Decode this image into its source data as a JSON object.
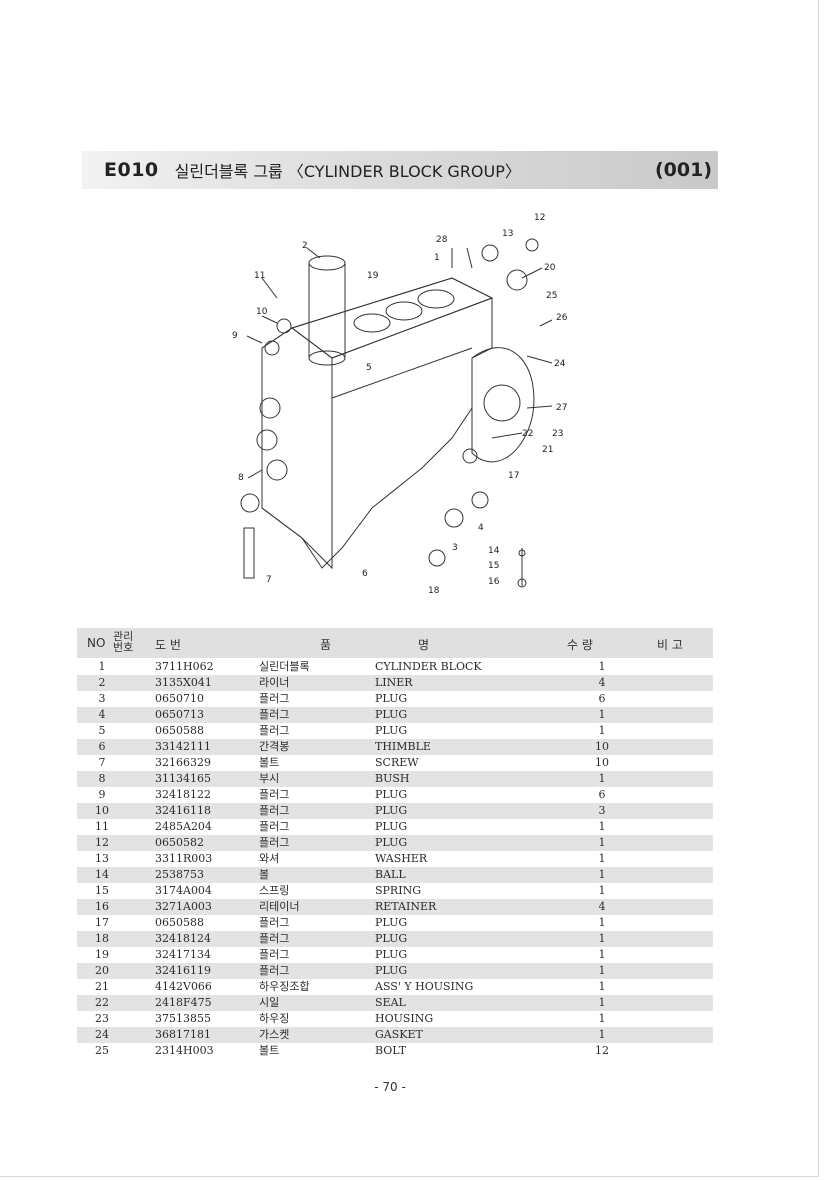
{
  "title": {
    "code": "E010",
    "name": "실린더블록 그룹 〈CYLINDER BLOCK GROUP〉",
    "number": "(001)"
  },
  "diagram": {
    "callouts": [
      "1",
      "2",
      "3",
      "4",
      "5",
      "6",
      "7",
      "8",
      "9",
      "10",
      "11",
      "12",
      "13",
      "14",
      "15",
      "16",
      "17",
      "18",
      "19",
      "20",
      "21",
      "22",
      "23",
      "24",
      "25",
      "26",
      "27",
      "28"
    ]
  },
  "table": {
    "headers": {
      "no": "NO",
      "mgmt": "관리\n번호",
      "part": "도   번",
      "name_a": "품",
      "name_b": "명",
      "qty": "수   량",
      "remark": "비   고"
    },
    "rows": [
      {
        "no": "1",
        "part": "3711H062",
        "kor": "실린더블록",
        "eng": "CYLINDER BLOCK",
        "qty": "1"
      },
      {
        "no": "2",
        "part": "3135X041",
        "kor": "라이너",
        "eng": "LINER",
        "qty": "4"
      },
      {
        "no": "3",
        "part": "0650710",
        "kor": "플러그",
        "eng": "PLUG",
        "qty": "6"
      },
      {
        "no": "4",
        "part": "0650713",
        "kor": "플러그",
        "eng": "PLUG",
        "qty": "1"
      },
      {
        "no": "5",
        "part": "0650588",
        "kor": "플러그",
        "eng": "PLUG",
        "qty": "1"
      },
      {
        "no": "6",
        "part": "33142111",
        "kor": "간격봉",
        "eng": "THIMBLE",
        "qty": "10"
      },
      {
        "no": "7",
        "part": "32166329",
        "kor": "볼트",
        "eng": "SCREW",
        "qty": "10"
      },
      {
        "no": "8",
        "part": "31134165",
        "kor": "부시",
        "eng": "BUSH",
        "qty": "1"
      },
      {
        "no": "9",
        "part": "32418122",
        "kor": "플러그",
        "eng": "PLUG",
        "qty": "6"
      },
      {
        "no": "10",
        "part": "32416118",
        "kor": "플러그",
        "eng": "PLUG",
        "qty": "3"
      },
      {
        "no": "11",
        "part": "2485A204",
        "kor": "플러그",
        "eng": "PLUG",
        "qty": "1"
      },
      {
        "no": "12",
        "part": "0650582",
        "kor": "플러그",
        "eng": "PLUG",
        "qty": "1"
      },
      {
        "no": "13",
        "part": "3311R003",
        "kor": "와셔",
        "eng": "WASHER",
        "qty": "1"
      },
      {
        "no": "14",
        "part": "2538753",
        "kor": "볼",
        "eng": "BALL",
        "qty": "1"
      },
      {
        "no": "15",
        "part": "3174A004",
        "kor": "스프링",
        "eng": "SPRING",
        "qty": "1"
      },
      {
        "no": "16",
        "part": "3271A003",
        "kor": "리테이너",
        "eng": "RETAINER",
        "qty": "4"
      },
      {
        "no": "17",
        "part": "0650588",
        "kor": "플러그",
        "eng": "PLUG",
        "qty": "1"
      },
      {
        "no": "18",
        "part": "32418124",
        "kor": "플러그",
        "eng": "PLUG",
        "qty": "1"
      },
      {
        "no": "19",
        "part": "32417134",
        "kor": "플러그",
        "eng": "PLUG",
        "qty": "1"
      },
      {
        "no": "20",
        "part": "32416119",
        "kor": "플러그",
        "eng": "PLUG",
        "qty": "1"
      },
      {
        "no": "21",
        "part": "4142V066",
        "kor": "하우징조합",
        "eng": "ASS' Y HOUSING",
        "qty": "1"
      },
      {
        "no": "22",
        "part": "2418F475",
        "kor": "시일",
        "eng": "SEAL",
        "qty": "1"
      },
      {
        "no": "23",
        "part": "37513855",
        "kor": "하우징",
        "eng": "HOUSING",
        "qty": "1"
      },
      {
        "no": "24",
        "part": "36817181",
        "kor": "가스켓",
        "eng": "GASKET",
        "qty": "1"
      },
      {
        "no": "25",
        "part": "2314H003",
        "kor": "볼트",
        "eng": "BOLT",
        "qty": "12"
      }
    ]
  },
  "page_number": "- 70 -"
}
